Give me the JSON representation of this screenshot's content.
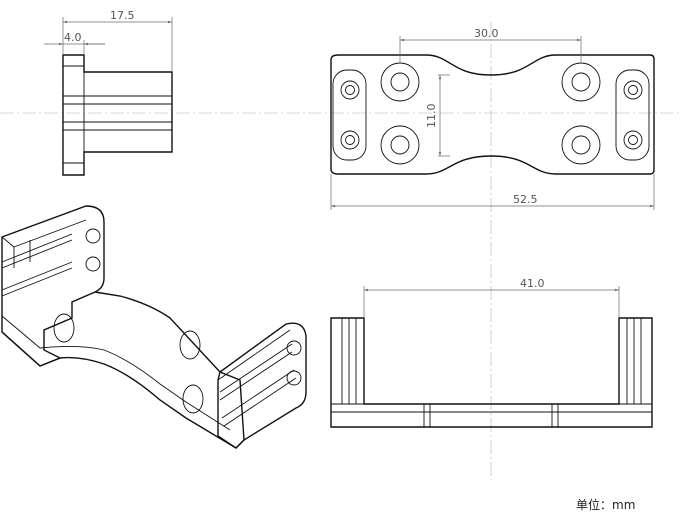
{
  "dimensions": {
    "side_overall_width": "17.5",
    "side_flange_width": "4.0",
    "top_hole_spacing": "30.0",
    "top_neck_height": "11.0",
    "top_overall_length": "52.5",
    "front_inner_width": "41.0"
  },
  "unit_label": "单位：mm",
  "colors": {
    "line": "#111111",
    "dimension": "#6b6b6b",
    "centerline": "#b5b5b5",
    "background": "#ffffff"
  }
}
